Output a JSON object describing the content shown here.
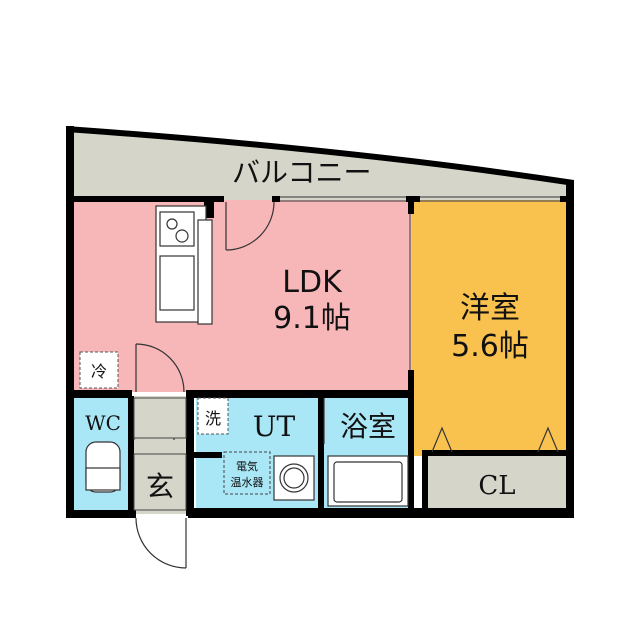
{
  "floorplan": {
    "balcony": {
      "label": "バルコニー"
    },
    "ldk": {
      "name": "LDK",
      "size": "9.1帖"
    },
    "western_room": {
      "name": "洋室",
      "size": "5.6帖"
    },
    "fridge": {
      "label": "冷"
    },
    "washer": {
      "label": "洗"
    },
    "wc": {
      "label": "WC"
    },
    "utility": {
      "label": "UT"
    },
    "bathroom": {
      "label": "浴室"
    },
    "entrance": {
      "label": "玄"
    },
    "water_heater": {
      "line1": "電気",
      "line2": "温水器"
    },
    "closet": {
      "label": "CL"
    }
  },
  "colors": {
    "balcony": "#d6d5c9",
    "ldk": "#f7b7b9",
    "western_room": "#f9c24f",
    "water_rooms": "#a9e6f6",
    "closet": "#d6d5c9",
    "entrance": "#d6d5c9",
    "wall": "#000000"
  }
}
